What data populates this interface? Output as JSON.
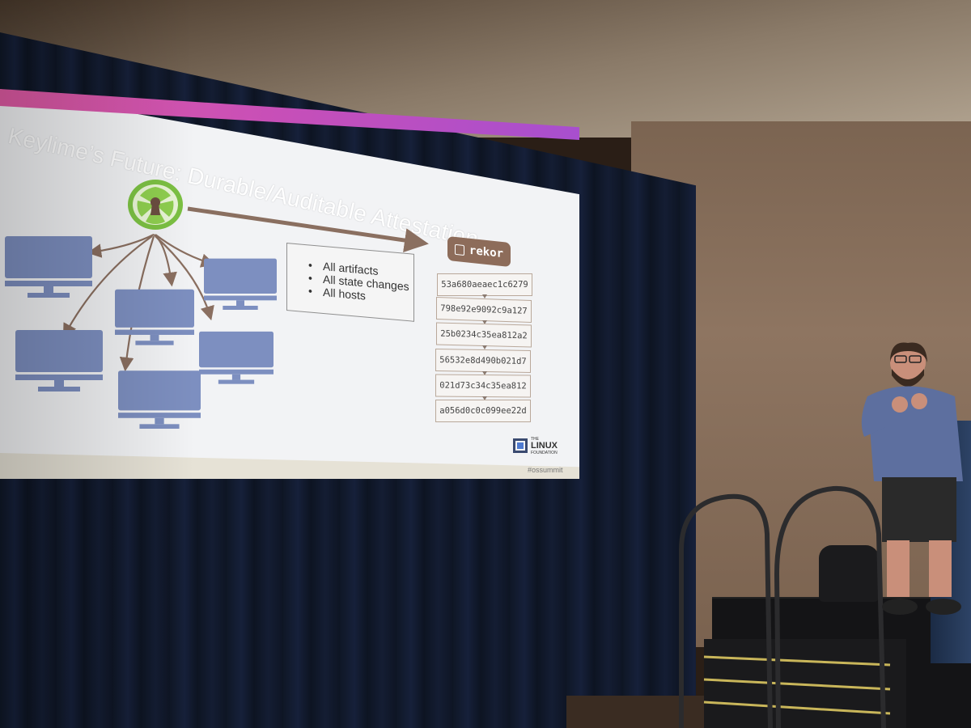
{
  "slide": {
    "title": "Keylime’s Future: Durable/Auditable Attestation",
    "bullets": [
      "All artifacts",
      "All state changes",
      "All hosts"
    ],
    "rekor_label": "rekor",
    "hashes": [
      "53a680aeaec1c6279",
      "798e92e9092c9a127",
      "25b0234c35ea812a2",
      "56532e8d490b021d7",
      "021d73c34c35ea812",
      "a056d0c0c099ee22d"
    ],
    "footer_logo_small": "THE",
    "footer_logo_main": "LINUX",
    "footer_logo_sub": "FOUNDATION",
    "hashtag": "#ossummit"
  },
  "colors": {
    "header_start": "#e15ba4",
    "header_end": "#a64fd0",
    "monitor": "#7d8fc0",
    "keylime_green": "#7cc143",
    "arrow": "#8a6f60",
    "rekor_badge": "#8d6c5a"
  },
  "icons": [
    "keylime-lime-icon",
    "monitor-icon",
    "rekor-log-icon",
    "linux-foundation-logo"
  ]
}
